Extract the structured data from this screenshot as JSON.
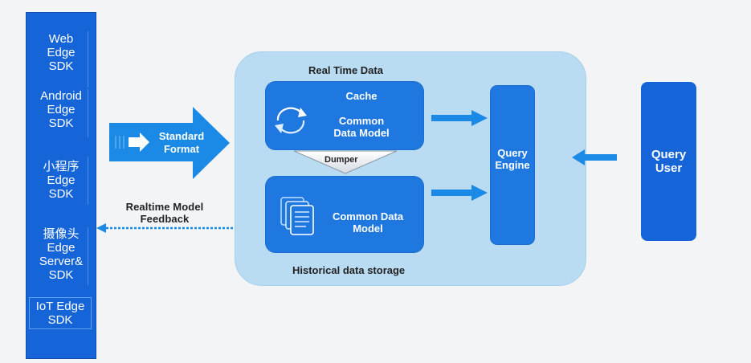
{
  "sdk_column": {
    "items": [
      {
        "lines": [
          "Web",
          "Edge",
          "SDK"
        ]
      },
      {
        "lines": [
          "Android",
          "Edge",
          "SDK"
        ]
      },
      {
        "lines": [
          "小程序",
          "Edge",
          "SDK"
        ]
      },
      {
        "lines": [
          "摄像头",
          "Edge",
          "Server&",
          "SDK"
        ]
      },
      {
        "lines": [
          "IoT Edge",
          "SDK"
        ]
      }
    ]
  },
  "standard_format": {
    "line1": "Standard",
    "line2": "Format"
  },
  "feedback": {
    "line1": "Realtime Model",
    "line2": "Feedback"
  },
  "container": {
    "top_title": "Real Time Data",
    "bottom_title": "Historical data storage"
  },
  "cache_box": {
    "title": "Cache",
    "line1": "Common",
    "line2": "Data Model",
    "icon": "refresh-cycle-icon"
  },
  "dumper": {
    "label": "Dumper"
  },
  "history_box": {
    "line1": "Common Data",
    "line2": "Model",
    "icon": "documents-stack-icon"
  },
  "query_engine": {
    "line1": "Query",
    "line2": "Engine"
  },
  "query_user": {
    "line1": "Query",
    "line2": "User"
  },
  "colors": {
    "sdk_blue": "#1565d8",
    "box_blue": "#1e78e0",
    "container_bg": "#b9dcf2",
    "arrow_blue": "#1b8ae6"
  }
}
